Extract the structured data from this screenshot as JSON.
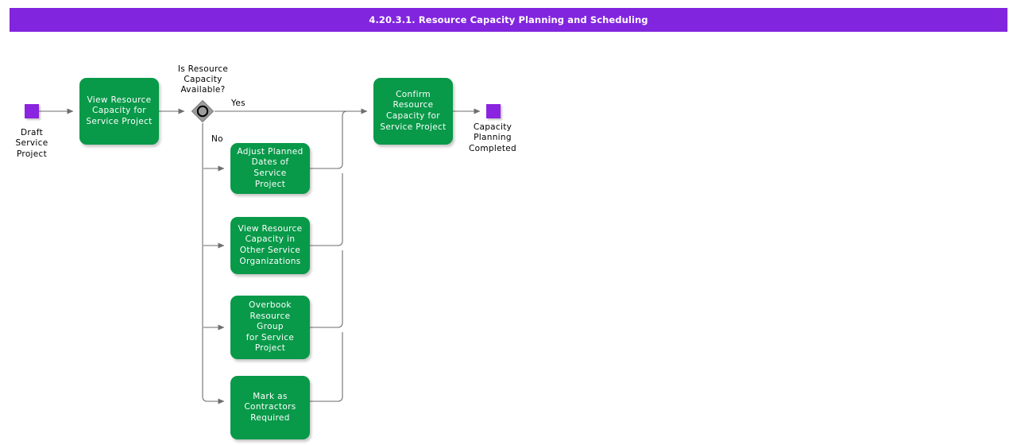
{
  "header": {
    "title": "4.20.3.1. Resource Capacity Planning and Scheduling",
    "background_color": "#8125DE",
    "text_color": "#ffffff"
  },
  "diagram": {
    "type": "bpmn-flowchart",
    "task_color": "#089949",
    "event_color": "#8A24E0",
    "gateway_color": "#9C9C9C",
    "connector_color": "#6E6E6E",
    "start_event": {
      "name": "start-event",
      "label": "Draft\nService\nProject"
    },
    "end_event": {
      "name": "end-event",
      "label": "Capacity\nPlanning\nCompleted"
    },
    "gateway": {
      "name": "inclusive-gateway",
      "label": "Is Resource\nCapacity\nAvailable?",
      "outgoing": [
        {
          "label": "Yes"
        },
        {
          "label": "No"
        }
      ]
    },
    "tasks": [
      {
        "id": "view-resource-capacity",
        "label": "View Resource\nCapacity for\nService Project"
      },
      {
        "id": "confirm-resource-capacity",
        "label": "Confirm\nResource\nCapacity for\nService Project"
      },
      {
        "id": "adjust-planned-dates",
        "label": "Adjust Planned\nDates of Service\nProject"
      },
      {
        "id": "view-capacity-other-orgs",
        "label": "View Resource\nCapacity in\nOther Service\nOrganizations"
      },
      {
        "id": "overbook-resource-group",
        "label": "Overbook\nResource Group\nfor Service\nProject"
      },
      {
        "id": "mark-contractors-required",
        "label": "Mark as\nContractors\nRequired"
      }
    ]
  }
}
